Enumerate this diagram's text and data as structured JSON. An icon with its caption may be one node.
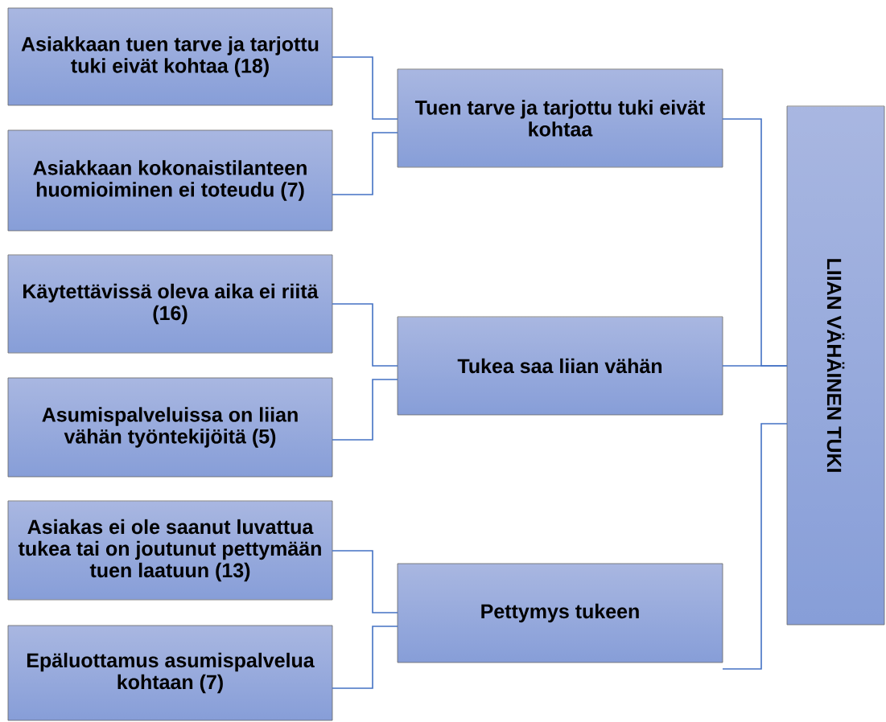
{
  "diagram": {
    "nodes": [
      {
        "text": [
          "Asiakkaan tuen tarve ja tarjottu tuki eivät kohtaa (18)"
        ]
      },
      {
        "text": [
          "Asiakkaan kokonaistilanteen huomioiminen ei toteudu (7)"
        ]
      },
      {
        "text": [
          "Käytettävissä oleva aika ei riitä (16)"
        ]
      },
      {
        "text": [
          "Asumispalveluissa on liian vähän työntekijöitä (5)"
        ]
      },
      {
        "text": [
          "Asiakas ei ole saanut luvattua tukea tai on joutunut pettymään tuen laatuun (13)"
        ]
      },
      {
        "text": [
          "Epäluottamus asumispalvelua kohtaan (7)"
        ]
      },
      {
        "text": [
          "Tuen tarve ja tarjottu tuki eivät kohtaa"
        ]
      },
      {
        "text": [
          "Tukea saa liian vähän"
        ]
      },
      {
        "text": [
          "Pettymys tukeen"
        ]
      },
      {
        "text": [
          "LIIAN VÄHÄINEN TUKI"
        ]
      }
    ],
    "edges": [
      {
        "from": 0,
        "to": 6,
        "arrow": "none"
      },
      {
        "from": 1,
        "to": 6,
        "arrow": "none"
      },
      {
        "from": 2,
        "to": 7,
        "arrow": "none"
      },
      {
        "from": 3,
        "to": 7,
        "arrow": "none"
      },
      {
        "from": 4,
        "to": 8,
        "arrow": "none"
      },
      {
        "from": 5,
        "to": 8,
        "arrow": "none"
      },
      {
        "from": 6,
        "to": 9,
        "arrow": "none"
      },
      {
        "from": 7,
        "to": 9,
        "arrow": "none"
      },
      {
        "from": 8,
        "to": 9,
        "arrow": "none"
      }
    ]
  }
}
